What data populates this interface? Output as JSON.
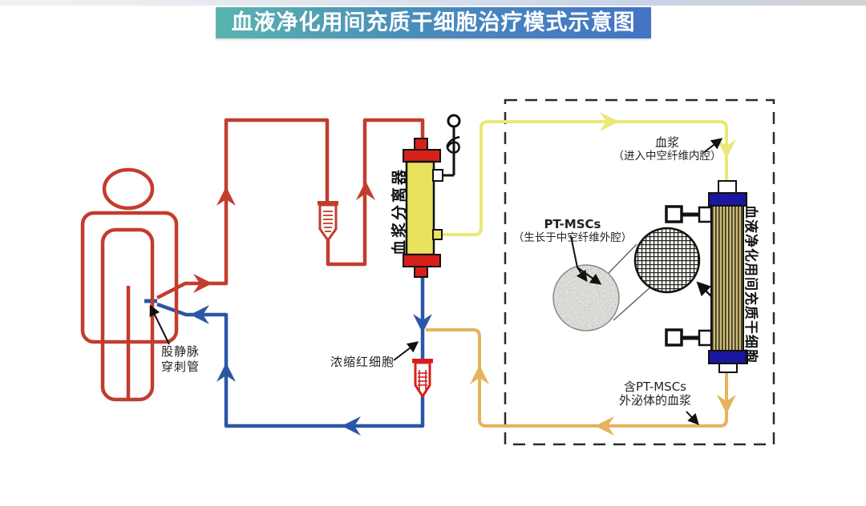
{
  "title": "血液净化用间充质干细胞治疗模式示意图",
  "labels": {
    "catheter_line1": "股静脉",
    "catheter_line2": "穿刺管",
    "plasma_separator": "血浆分离器",
    "plasma_line1": "血浆",
    "plasma_line2": "（进入中空纤维内腔）",
    "ptmscs_line1": "PT-MSCs",
    "ptmscs_line2": "（生长于中空纤维外腔）",
    "bioreactor": "血液净化用间充质干细胞",
    "rbc": "浓缩红细胞",
    "exosome_line1": "含PT-MSCs",
    "exosome_line2": "外泌体的血浆"
  },
  "colors": {
    "blood_red": "#c33c2d",
    "venous_blue": "#2a57a5",
    "plasma_yellow": "#eae878",
    "exosome_orange": "#e5b35c",
    "separator_body": "#e8e25f",
    "separator_cap": "#d6201c",
    "bioreactor_cap": "#1a16a0",
    "banner_left": "#5ab5ae",
    "banner_right": "#4473c5"
  }
}
